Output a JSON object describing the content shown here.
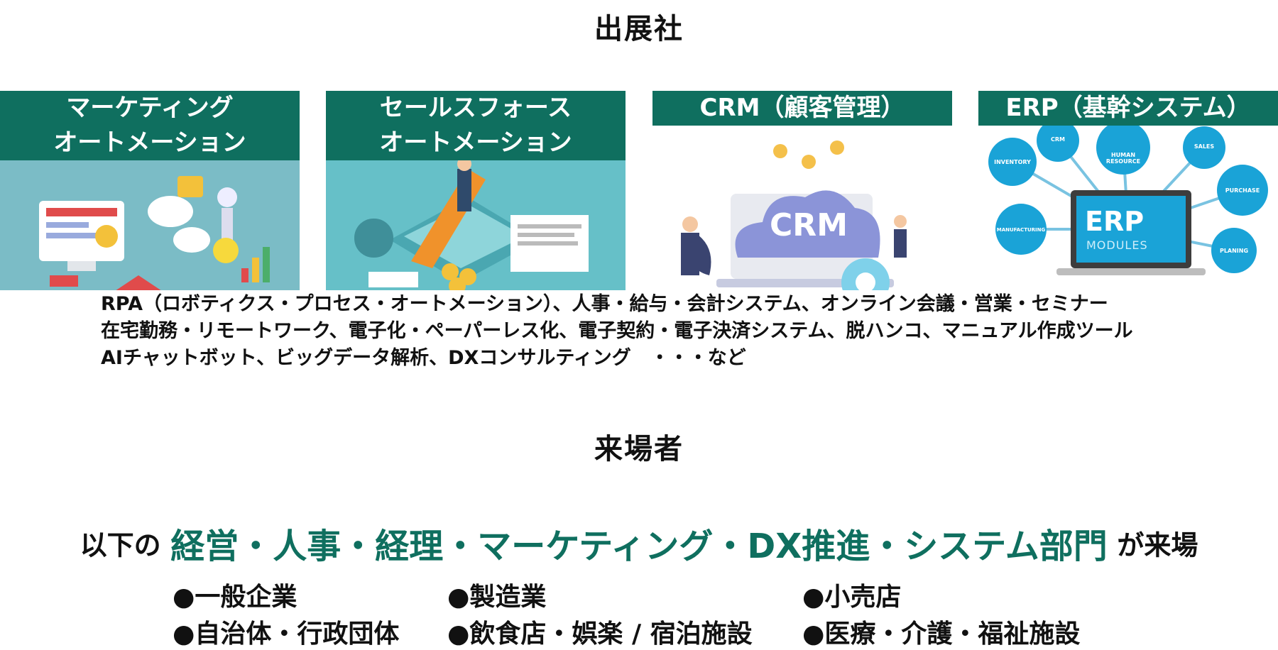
{
  "exhibitors_title": "出展社",
  "visitors_title": "来場者",
  "cards": [
    {
      "label_lines": [
        "マーケティング",
        "オートメーション"
      ]
    },
    {
      "label_lines": [
        "セールスフォース",
        "オートメーション"
      ]
    },
    {
      "label_lines": [
        "CRM（顧客管理）"
      ],
      "image_text": "CRM"
    },
    {
      "label_lines": [
        "ERP（基幹システム）"
      ],
      "image_text": "ERP",
      "image_subtext": "MODULES",
      "bubbles": [
        "CRM",
        "HUMAN RESOURCE",
        "SALES",
        "INVENTORY",
        "PURCHASE",
        "MANUFACTURING",
        "PLANING"
      ]
    }
  ],
  "extra_categories": [
    "RPA（ロボティクス・プロセス・オートメーション）、人事・給与・会計システム、オンライン会議・営業・セミナー",
    "在宅勤務・リモートワーク、電子化・ペーパーレス化、電子契約・電子決済システム、脱ハンコ、マニュアル作成ツール",
    "AIチャットボット、ビッグデータ解析、DXコンサルティング　・・・など"
  ],
  "headline": {
    "prefix": "以下の",
    "emphasis": "経営・人事・経理・マーケティング・DX推進・システム部門",
    "suffix": "が来場"
  },
  "visitor_categories": [
    "●一般企業",
    "●製造業",
    "●小売店",
    "●自治体・行政団体",
    "●飲食店・娯楽 / 宿泊施設",
    "●医療・介護・福祉施設"
  ],
  "colors": {
    "brand": "#0f6f5f",
    "text": "#111111"
  }
}
